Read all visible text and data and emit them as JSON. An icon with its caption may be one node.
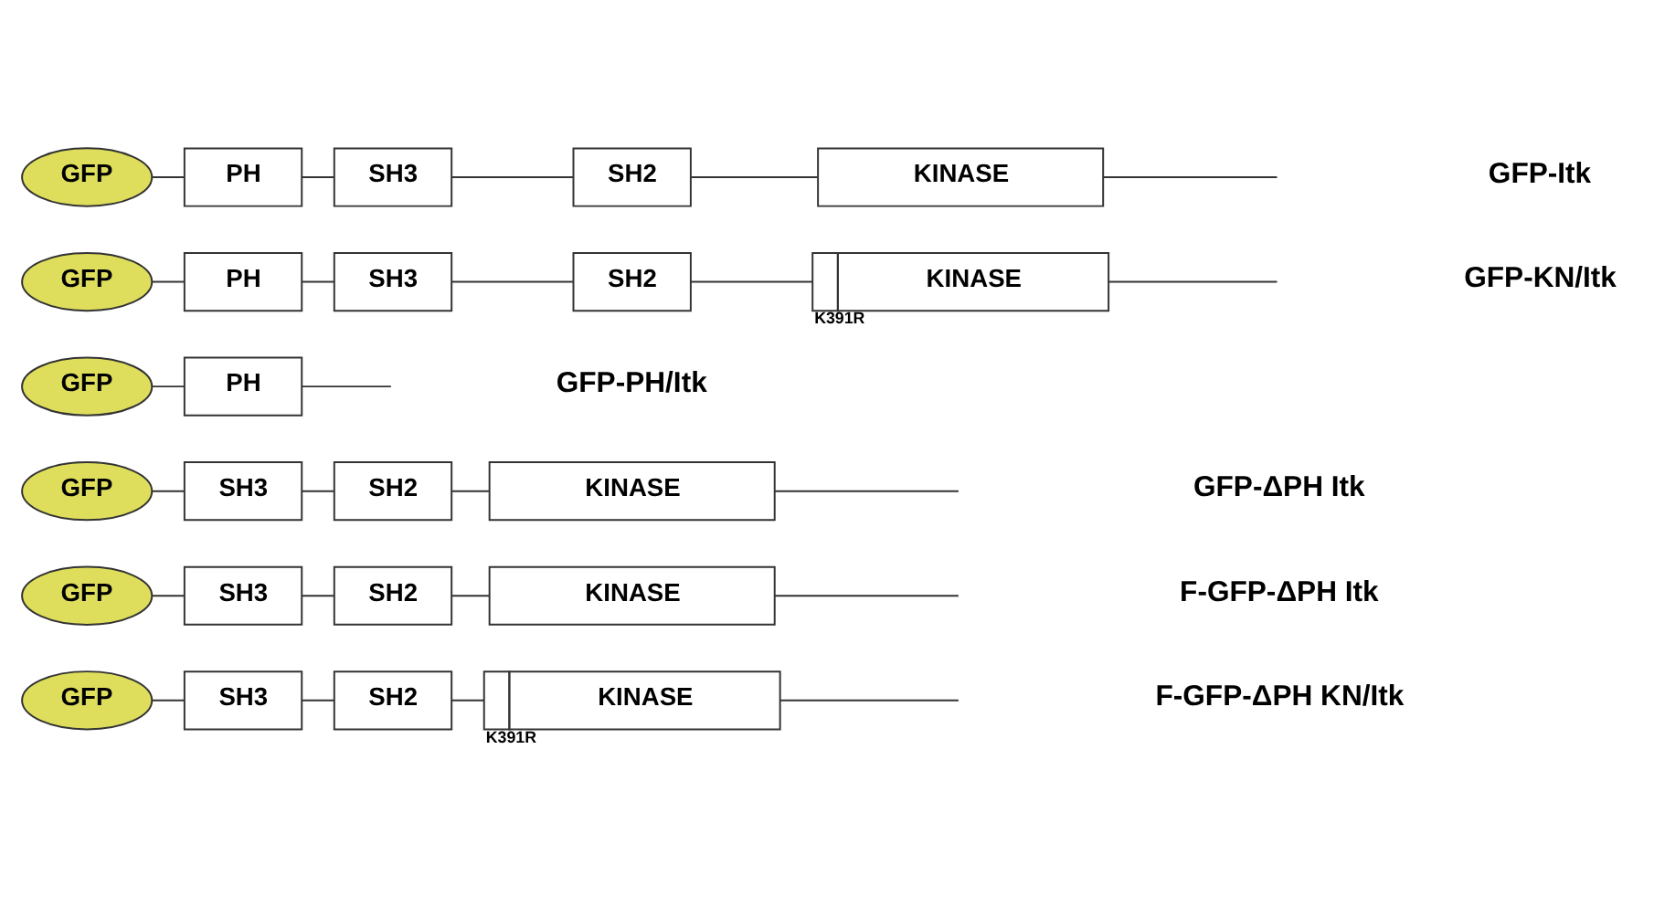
{
  "diagram": {
    "nodes": [
      {
        "text": [
          "GFP"
        ]
      },
      {
        "text": [
          "PH"
        ]
      },
      {
        "text": [
          "SH3"
        ]
      },
      {
        "text": [
          "SH2"
        ]
      },
      {
        "text": [
          "KINASE"
        ]
      },
      {
        "text": [
          "GFP"
        ]
      },
      {
        "text": [
          "PH"
        ]
      },
      {
        "text": [
          "SH3"
        ]
      },
      {
        "text": [
          "SH2"
        ]
      },
      {
        "text": [
          "KINASE"
        ],
        "beside": [
          "K391R"
        ]
      },
      {
        "text": [
          "GFP"
        ]
      },
      {
        "text": [
          "PH"
        ]
      },
      {
        "text": [
          "GFP"
        ]
      },
      {
        "text": [
          "SH3"
        ]
      },
      {
        "text": [
          "SH2"
        ]
      },
      {
        "text": [
          "KINASE"
        ]
      },
      {
        "text": [
          "GFP"
        ]
      },
      {
        "text": [
          "SH3"
        ]
      },
      {
        "text": [
          "SH2"
        ]
      },
      {
        "text": [
          "KINASE"
        ]
      },
      {
        "text": [
          "GFP"
        ]
      },
      {
        "text": [
          "SH3"
        ]
      },
      {
        "text": [
          "SH2"
        ]
      },
      {
        "text": [
          "KINASE"
        ],
        "beside": [
          "K391R"
        ]
      }
    ],
    "edges": [
      {
        "from": 0,
        "to": 1,
        "arrow": "none"
      },
      {
        "from": 1,
        "to": 2,
        "arrow": "none"
      },
      {
        "from": 2,
        "to": 3,
        "arrow": "none"
      },
      {
        "from": 3,
        "to": 4,
        "arrow": "none"
      },
      {
        "from": 4,
        "to": null,
        "arrow": "none"
      },
      {
        "from": 5,
        "to": 6,
        "arrow": "none"
      },
      {
        "from": 6,
        "to": 7,
        "arrow": "none"
      },
      {
        "from": 7,
        "to": 8,
        "arrow": "none"
      },
      {
        "from": 8,
        "to": 9,
        "arrow": "none"
      },
      {
        "from": 9,
        "to": null,
        "arrow": "none"
      },
      {
        "from": 10,
        "to": 11,
        "arrow": "none"
      },
      {
        "from": 11,
        "to": null,
        "arrow": "none"
      },
      {
        "from": 12,
        "to": 13,
        "arrow": "none"
      },
      {
        "from": 13,
        "to": 14,
        "arrow": "none"
      },
      {
        "from": 14,
        "to": 15,
        "arrow": "none"
      },
      {
        "from": 15,
        "to": null,
        "arrow": "none"
      },
      {
        "from": 16,
        "to": 17,
        "arrow": "none"
      },
      {
        "from": 17,
        "to": 18,
        "arrow": "none"
      },
      {
        "from": 18,
        "to": 19,
        "arrow": "none"
      },
      {
        "from": 19,
        "to": null,
        "arrow": "none"
      },
      {
        "from": 20,
        "to": 21,
        "arrow": "none"
      },
      {
        "from": 21,
        "to": 22,
        "arrow": "none"
      },
      {
        "from": 22,
        "to": 23,
        "arrow": "none"
      },
      {
        "from": 23,
        "to": null,
        "arrow": "none"
      }
    ],
    "labels": [
      "GFP-Itk",
      "GFP-KN/Itk",
      "GFP-PH/Itk",
      "GFP-ΔPH Itk",
      "F-GFP-ΔPH Itk",
      "F-GFP-ΔPH KN/Itk"
    ]
  }
}
